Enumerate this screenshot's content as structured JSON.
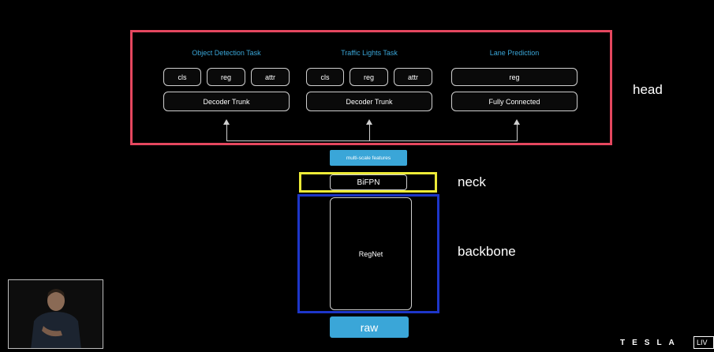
{
  "head": {
    "label": "head",
    "tasks": [
      {
        "title": "Object Detection Task",
        "outputs": [
          "cls",
          "reg",
          "attr"
        ],
        "trunk": "Decoder Trunk"
      },
      {
        "title": "Traffic Lights Task",
        "outputs": [
          "cls",
          "reg",
          "attr"
        ],
        "trunk": "Decoder Trunk"
      },
      {
        "title": "Lane Prediction",
        "outputs": [
          "reg"
        ],
        "trunk": "Fully Connected"
      }
    ]
  },
  "neck": {
    "label": "neck",
    "features": "multi-scale features",
    "module": "BiFPN"
  },
  "backbone": {
    "label": "backbone",
    "module": "RegNet"
  },
  "input": {
    "label": "raw"
  },
  "footer": {
    "brand": "TESLA",
    "live": "LIV"
  },
  "colors": {
    "head_border": "#e5475f",
    "neck_border": "#ecea37",
    "backbone_border": "#1d36c9",
    "accent": "#3aa6d8"
  }
}
